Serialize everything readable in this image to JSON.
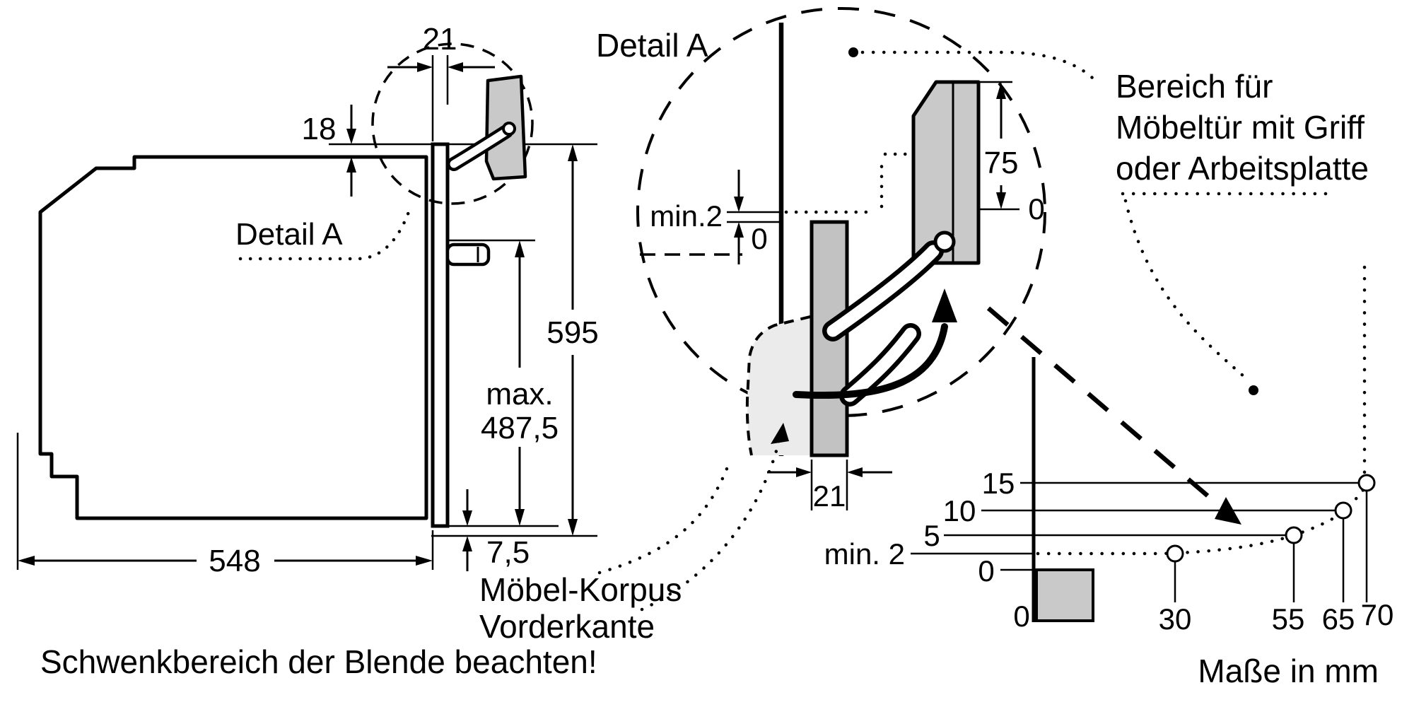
{
  "left_view": {
    "dim_top_gap": "21",
    "dim_top_offset": "18",
    "detail_ref_label": "Detail A",
    "dim_height": "595",
    "dim_door_max_line1": "max.",
    "dim_door_max_line2": "487,5",
    "dim_door_overhang": "7,5",
    "dim_depth": "548",
    "warning": "Schwenkbereich der Blende beachten!"
  },
  "detail_view": {
    "title": "Detail A",
    "dim_min_gap": "min.2",
    "dim_zero_front": "0",
    "dim_panel_height": "75",
    "dim_zero_panel": "0",
    "dim_front_thickness": "21"
  },
  "annotations": {
    "furniture_door_zone": [
      "Bereich für",
      "Möbeltür mit Griff",
      "oder Arbeitsplatte"
    ],
    "korpus_front_edge": [
      "Möbel-Korpus",
      "Vorderkante"
    ],
    "units_note": "Maße in mm"
  },
  "clearance_chart": {
    "y_axis_labels": [
      "15",
      "10",
      "5",
      "min. 2",
      "0"
    ],
    "x_axis_labels": [
      "0",
      "30",
      "55",
      "65",
      "70"
    ]
  },
  "chart_data": {
    "type": "line",
    "x": [
      0,
      30,
      55,
      65,
      70
    ],
    "y": [
      2,
      2,
      5,
      10,
      15
    ],
    "y_axis_ticks": [
      "15",
      "10",
      "5",
      "min. 2",
      "0"
    ],
    "x_axis_ticks": [
      "0",
      "30",
      "55",
      "65",
      "70"
    ]
  }
}
